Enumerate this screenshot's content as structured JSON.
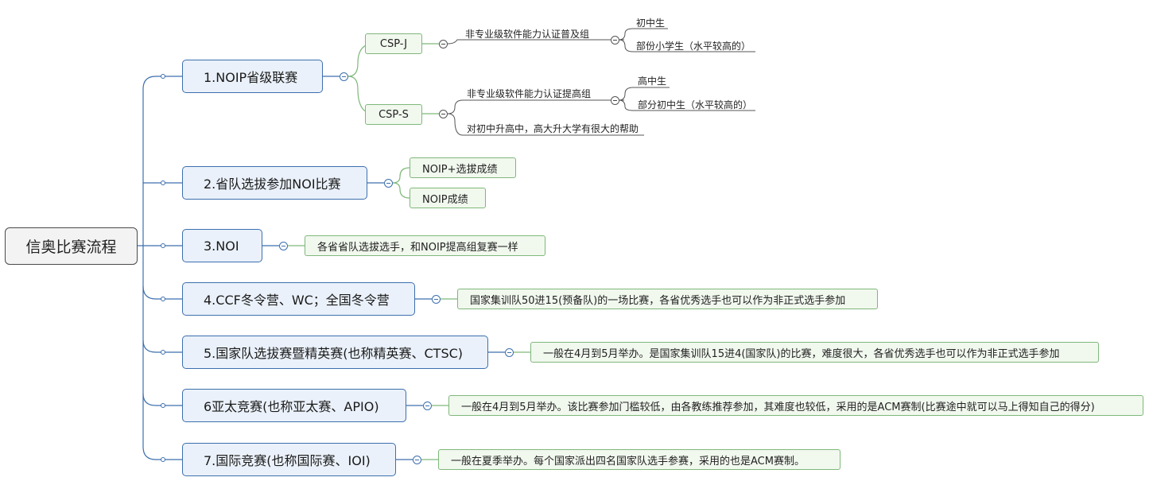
{
  "root": {
    "label": "信奥比赛流程"
  },
  "n1": {
    "label": "1.NOIP省级联赛",
    "cspj": {
      "label": "CSP-J",
      "group": "非专业级软件能力认证普及组",
      "target1": "初中生",
      "target2": "部份小学生（水平较高的）"
    },
    "csps": {
      "label": "CSP-S",
      "group": "非专业级软件能力认证提高组",
      "target1": "高中生",
      "target2": "部分初中生（水平较高的）",
      "note": "对初中升高中，高大升大学有很大的帮助"
    }
  },
  "n2": {
    "label": "2.省队选拔参加NOI比赛",
    "sub1": "NOIP+选拔成绩",
    "sub2": "NOIP成绩"
  },
  "n3": {
    "label": "3.NOI",
    "desc": "各省省队选拔选手，和NOIP提高组复赛一样"
  },
  "n4": {
    "label": "4.CCF冬令营、WC；全国冬令营",
    "desc": "国家集训队50进15(预备队)的一场比赛，各省优秀选手也可以作为非正式选手参加"
  },
  "n5": {
    "label": "5.国家队选拔赛暨精英赛(也称精英赛、CTSC)",
    "desc": "一般在4月到5月举办。是国家集训队15进4(国家队)的比赛，难度很大，各省优秀选手也可以作为非正式选手参加"
  },
  "n6": {
    "label": "6亚太竞赛(也称亚太赛、APIO)",
    "desc": "一般在4月到5月举办。该比赛参加门槛较低，由各教练推荐参加，其难度也较低，采用的是ACM赛制(比赛途中就可以马上得知自己的得分)"
  },
  "n7": {
    "label": "7.国际竞赛(也称国际赛、IOI)",
    "desc": "一般在夏季举办。每个国家派出四名国家队选手参赛，采用的也是ACM赛制。"
  }
}
